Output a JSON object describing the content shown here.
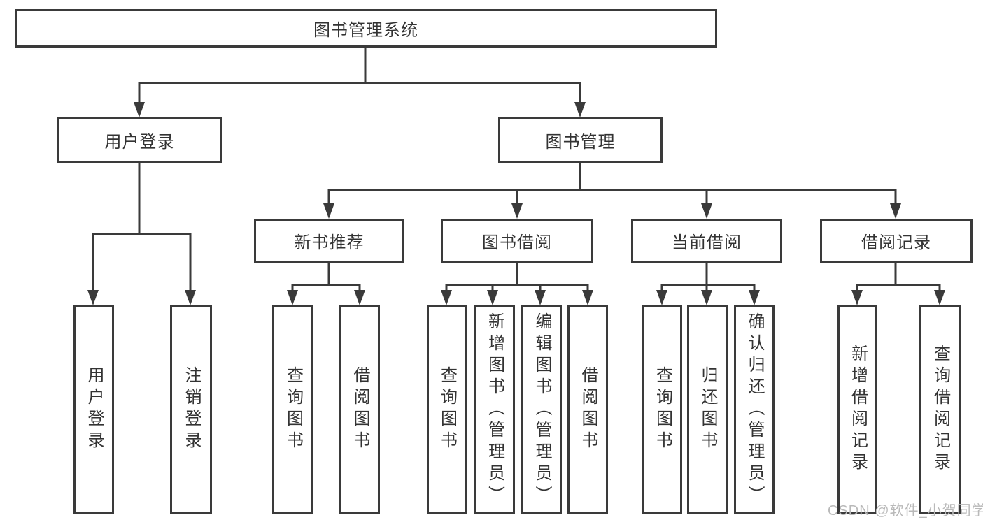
{
  "tree": {
    "label": "图书管理系统",
    "children": [
      {
        "label": "用户登录",
        "children": [
          {
            "label": "用户登录"
          },
          {
            "label": "注销登录"
          }
        ]
      },
      {
        "label": "图书管理",
        "children": [
          {
            "label": "新书推荐",
            "children": [
              {
                "label": "查询图书"
              },
              {
                "label": "借阅图书"
              }
            ]
          },
          {
            "label": "图书借阅",
            "children": [
              {
                "label": "查询图书"
              },
              {
                "label": "新增图书（管理员）"
              },
              {
                "label": "编辑图书（管理员）"
              },
              {
                "label": "借阅图书"
              }
            ]
          },
          {
            "label": "当前借阅",
            "children": [
              {
                "label": "查询图书"
              },
              {
                "label": "归还图书"
              },
              {
                "label": "确认归还（管理员）"
              }
            ]
          },
          {
            "label": "借阅记录",
            "children": [
              {
                "label": "新增借阅记录"
              },
              {
                "label": "查询借阅记录"
              }
            ]
          }
        ]
      }
    ]
  },
  "watermark": "CSDN @软件_小贺同学",
  "colors": {
    "line": "#3a3a3a",
    "text": "#333333",
    "watermark": "#b9b9b9",
    "background": "#ffffff"
  }
}
